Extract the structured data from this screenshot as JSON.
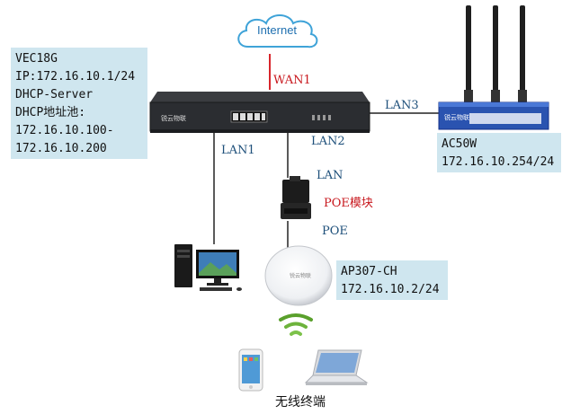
{
  "cloud": {
    "label": "Internet"
  },
  "router": {
    "name": "VEC18G",
    "ip": "IP:172.16.10.1/24",
    "dhcp": "DHCP-Server",
    "pool_label": "DHCP地址池:",
    "pool_start": "172.16.10.100-",
    "pool_end": "172.16.10.200",
    "brand": "锐云物联"
  },
  "links": {
    "wan1": "WAN1",
    "lan1": "LAN1",
    "lan2": "LAN2",
    "lan3": "LAN3",
    "lan": "LAN",
    "poe": "POE"
  },
  "poe_module": {
    "label": "POE模块"
  },
  "ac": {
    "name": "AC50W",
    "ip": "172.16.10.254/24",
    "brand": "锐云物联"
  },
  "ap": {
    "name": "AP307-CH",
    "ip": "172.16.10.2/24",
    "brand": "锐云物联"
  },
  "wireless": {
    "label": "无线终端"
  },
  "colors": {
    "box_bg": "#cfe6ef",
    "wan_line": "#d8262c",
    "label_blue": "#1d4f7a",
    "ac_blue": "#1c3f9a"
  }
}
